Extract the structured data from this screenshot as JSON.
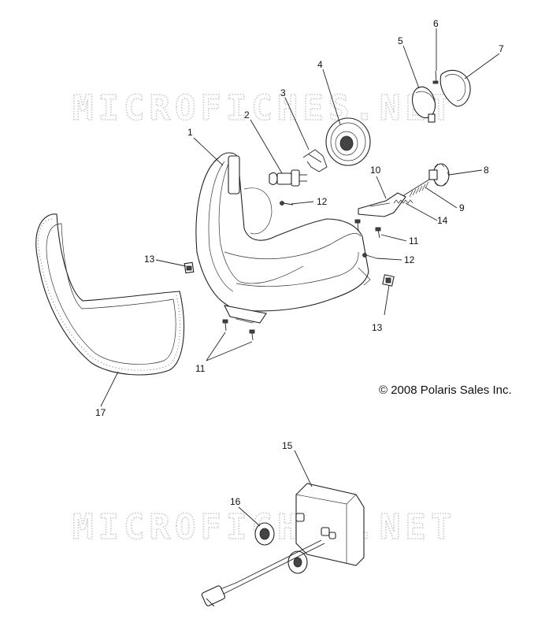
{
  "watermark": "MICROFICHES.NET",
  "copyright": "© 2008 Polaris Sales Inc.",
  "callouts": [
    {
      "id": "c1",
      "label": "1"
    },
    {
      "id": "c2",
      "label": "2"
    },
    {
      "id": "c3",
      "label": "3"
    },
    {
      "id": "c4",
      "label": "4"
    },
    {
      "id": "c5",
      "label": "5"
    },
    {
      "id": "c6",
      "label": "6"
    },
    {
      "id": "c7",
      "label": "7"
    },
    {
      "id": "c8",
      "label": "8"
    },
    {
      "id": "c9",
      "label": "9"
    },
    {
      "id": "c10",
      "label": "10"
    },
    {
      "id": "c11a",
      "label": "11"
    },
    {
      "id": "c11b",
      "label": "11"
    },
    {
      "id": "c12a",
      "label": "12"
    },
    {
      "id": "c12b",
      "label": "12"
    },
    {
      "id": "c13a",
      "label": "13"
    },
    {
      "id": "c13b",
      "label": "13"
    },
    {
      "id": "c14",
      "label": "14"
    },
    {
      "id": "c15",
      "label": "15"
    },
    {
      "id": "c16",
      "label": "16"
    },
    {
      "id": "c17",
      "label": "17"
    }
  ]
}
